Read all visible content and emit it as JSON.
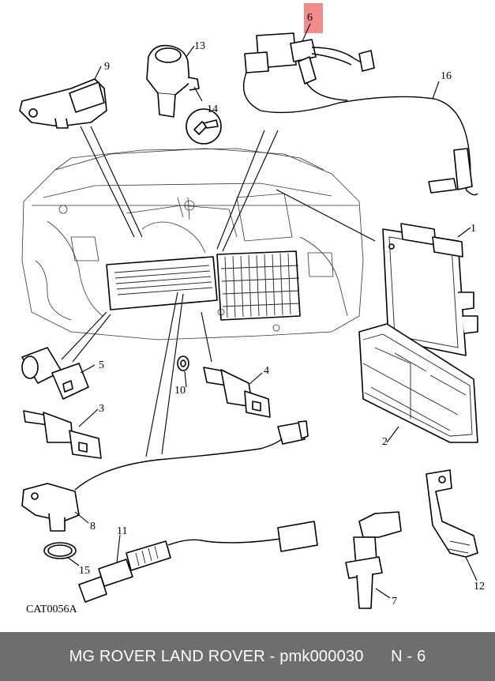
{
  "diagram": {
    "callouts": [
      "1",
      "2",
      "3",
      "4",
      "5",
      "6",
      "7",
      "8",
      "9",
      "10",
      "11",
      "12",
      "13",
      "14",
      "15",
      "16"
    ],
    "highlighted_callout": "6",
    "catalog_code": "CAT0056A",
    "highlight_color": "#f08c8c"
  },
  "footer": {
    "text": "MG ROVER LAND ROVER - pmk000030      N - 6",
    "background": "#6e6e6e",
    "color": "#ffffff"
  }
}
